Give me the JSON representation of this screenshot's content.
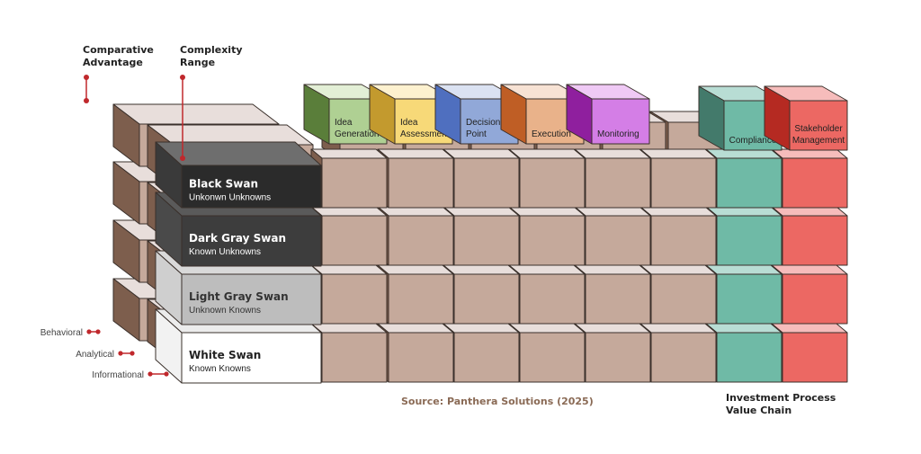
{
  "annotations": {
    "comparative_advantage": [
      "Comparative",
      "Advantage"
    ],
    "complexity_range": [
      "Complexity",
      "Range"
    ],
    "behavioral": "Behavioral",
    "analytical": "Analytical",
    "informational": "Informational",
    "investment_process": [
      "Investment Process",
      "Value Chain"
    ],
    "source": "Source: Panthera Solutions (2025)"
  },
  "swans": [
    {
      "title": "Black Swan",
      "subtitle": "Unkonwn Unknowns",
      "front": "#2b2b2b",
      "top": "#6e6e6e",
      "side": "#3a3a3a",
      "text": "#ffffff"
    },
    {
      "title": "Dark Gray Swan",
      "subtitle": "Known Unknowns",
      "front": "#3d3d3d",
      "top": "#5a5a5a",
      "side": "#4a4a4a",
      "text": "#ffffff"
    },
    {
      "title": "Light Gray Swan",
      "subtitle": "Unknown Knowns",
      "front": "#bdbdbd",
      "top": "#d9d9d9",
      "side": "#cfcfcf",
      "text": "#333333"
    },
    {
      "title": "White Swan",
      "subtitle": "Known Knowns",
      "front": "#ffffff",
      "top": "#ececec",
      "side": "#f2f2f2",
      "text": "#222222"
    }
  ],
  "stages": [
    {
      "label": [
        "Idea",
        "Generation"
      ],
      "front": "#afd093",
      "top": "#e3efd6",
      "side": "#5a7e3a"
    },
    {
      "label": [
        "Idea",
        "Assessment"
      ],
      "front": "#f7d978",
      "top": "#fdf1cf",
      "side": "#c39a2e"
    },
    {
      "label": [
        "Decision",
        "Point"
      ],
      "front": "#91a8d8",
      "top": "#dbe2f2",
      "side": "#4f6fbf"
    },
    {
      "label": [
        "Execution"
      ],
      "front": "#e9b28a",
      "top": "#f7e2d4",
      "side": "#bf5e25"
    },
    {
      "label": [
        "Monitoring"
      ],
      "front": "#d47ee6",
      "top": "#efc9f5",
      "side": "#8f1f9e"
    },
    {
      "label": [
        "Compliance"
      ],
      "front": "#6fbaa6",
      "top": "#b8ddd4",
      "side": "#437a6b"
    },
    {
      "label": [
        "Stakeholder",
        "Management"
      ],
      "front": "#ec6863",
      "top": "#f6bcbb",
      "side": "#b52a22"
    }
  ],
  "colors": {
    "grid_front": "#c5a99b",
    "grid_top": "#e8dedb",
    "grid_side": "#7d5e4d",
    "annotation_red": "#c0282c",
    "source_text": "#8a6a55",
    "teal_front": "#6fbaa6",
    "teal_top": "#b8ddd4",
    "teal_side": "#437a6b",
    "red_front": "#ec6863",
    "red_top": "#f6bcbb",
    "red_side": "#b52a22"
  }
}
